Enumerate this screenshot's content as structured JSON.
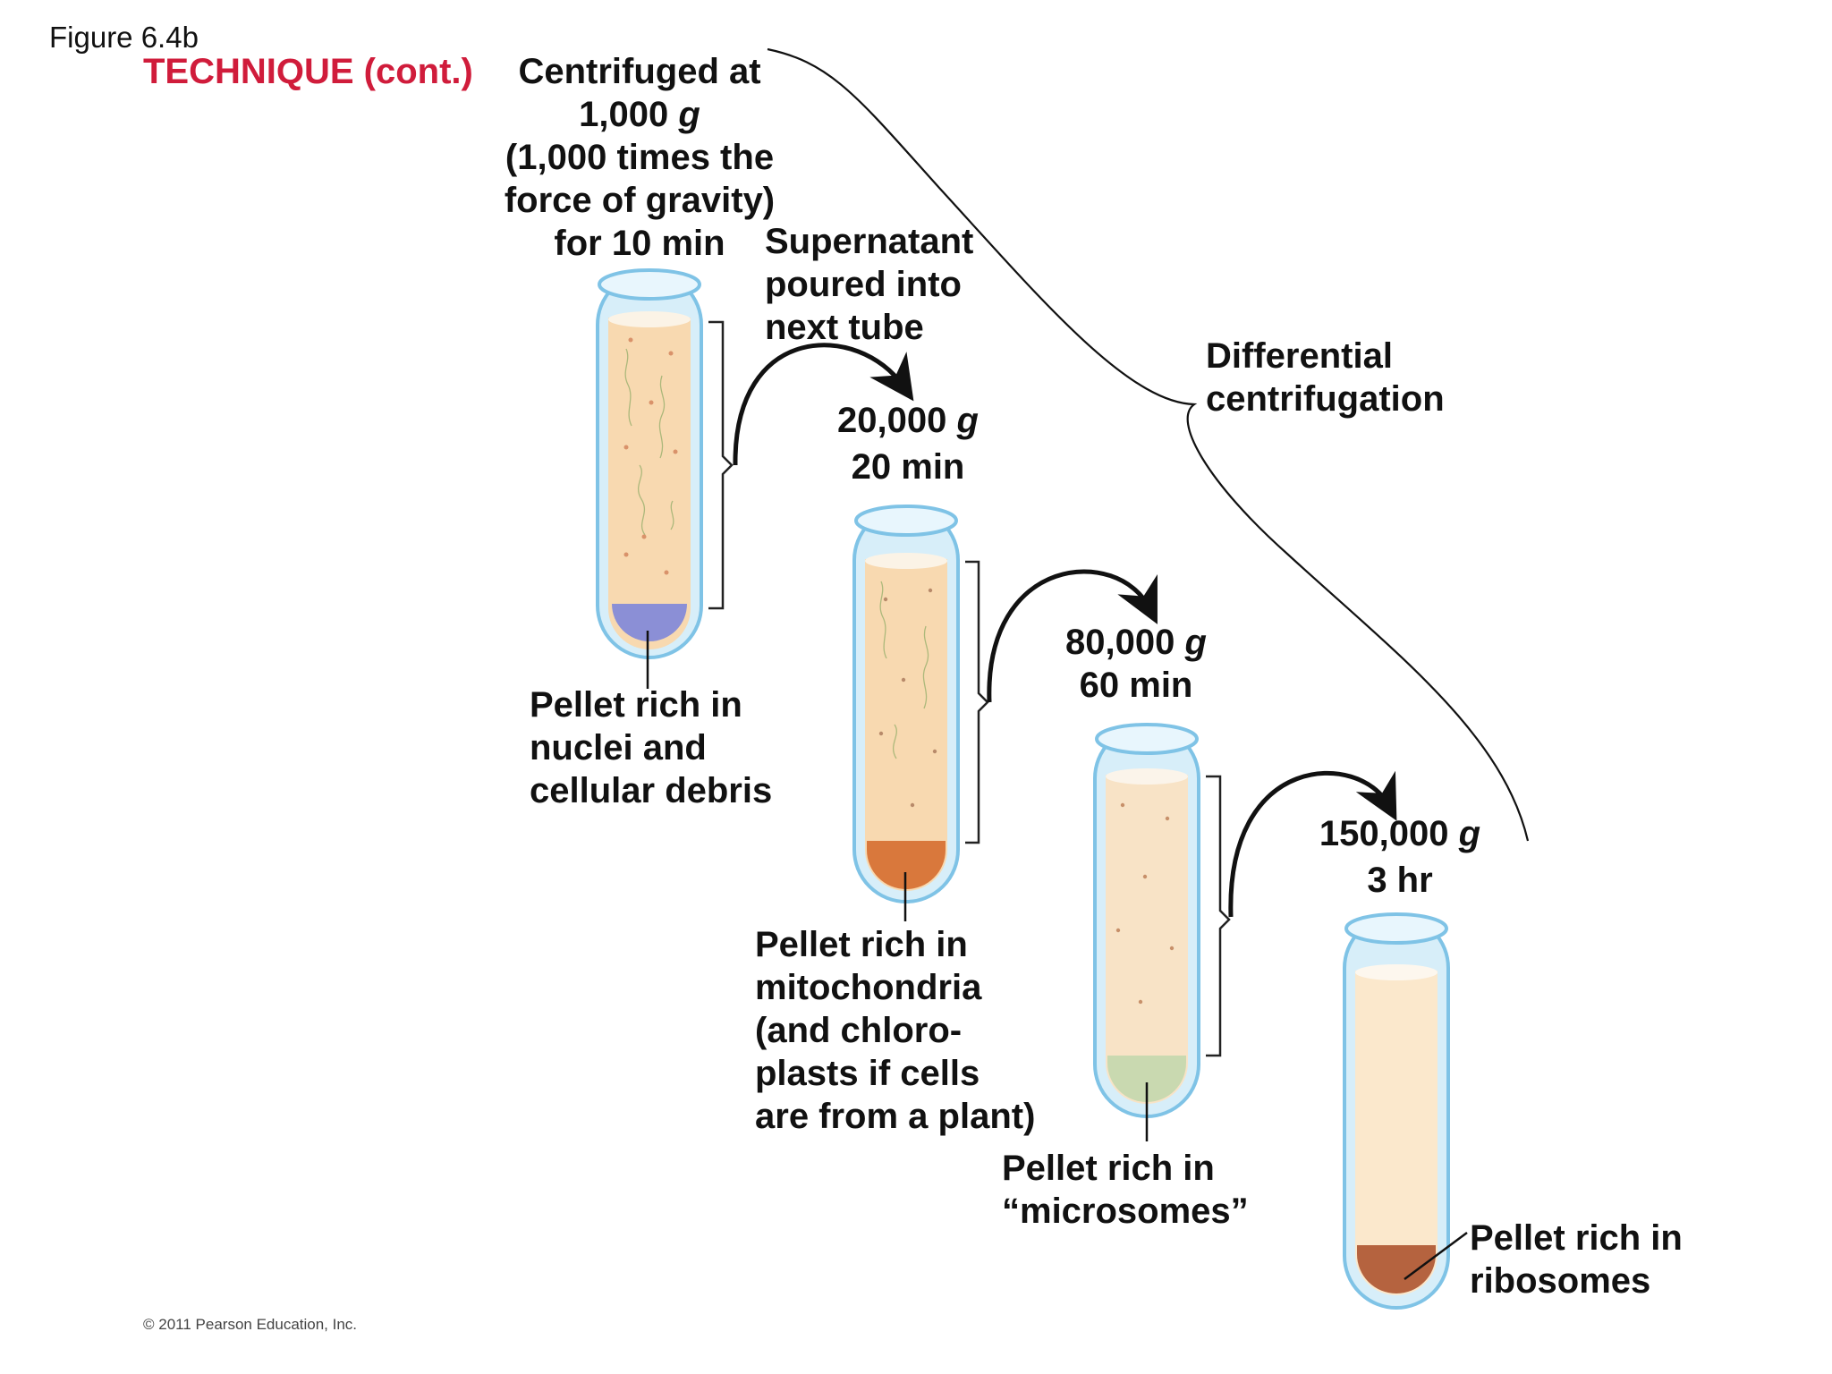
{
  "figure": {
    "label": "Figure 6.4b",
    "technique": "TECHNIQUE (cont.)",
    "copyright": "© 2011 Pearson Education, Inc.",
    "differential_label": [
      "Differential",
      "centrifugation"
    ],
    "supernatant_note": [
      "Supernatant",
      "poured into",
      "next tube"
    ]
  },
  "steps": [
    {
      "force_lines": [
        "Centrifuged at",
        "1,000 g",
        "(1,000 times the",
        "force of gravity)",
        "for 10 min"
      ],
      "pellet_lines": [
        "Pellet rich in",
        "nuclei and",
        "cellular debris"
      ],
      "pellet_color": "#8b8fd6"
    },
    {
      "force_lines": [
        "20,000 g",
        "20 min"
      ],
      "pellet_lines": [
        "Pellet rich in",
        "mitochondria",
        "(and chloro-",
        "plasts if cells",
        "are from a plant)"
      ],
      "pellet_color": "#d9783c"
    },
    {
      "force_lines": [
        "80,000 g",
        "60 min"
      ],
      "pellet_lines": [
        "Pellet rich in",
        "“microsomes”"
      ],
      "pellet_color": "#c9d9b0"
    },
    {
      "force_lines": [
        "150,000 g",
        "3 hr"
      ],
      "pellet_lines": [
        "Pellet rich in",
        "ribosomes"
      ],
      "pellet_color": "#b5633f"
    }
  ],
  "colors": {
    "tube_glass": "#bfe3f5",
    "tube_outline": "#7fc3e6",
    "liquid": "#f8d9b0",
    "technique_red": "#d01c3b"
  }
}
